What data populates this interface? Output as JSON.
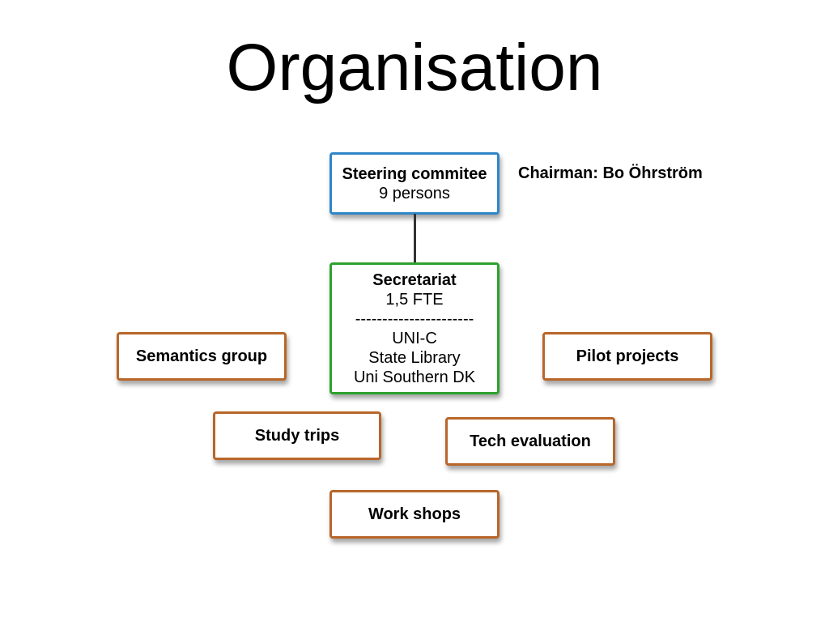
{
  "slide": {
    "title": "Organisation"
  },
  "colors": {
    "steering_border": "#2f86c8",
    "secretariat_border": "#2ea12e",
    "group_border": "#b8662a",
    "connector": "#333333"
  },
  "steering": {
    "name": "Steering commitee",
    "detail": "9 persons"
  },
  "chairman": "Chairman: Bo Öhrström",
  "secretariat": {
    "name": "Secretariat",
    "fte": "1,5 FTE",
    "separator": "----------------------",
    "members": [
      "UNI-C",
      "State Library",
      "Uni Southern DK"
    ]
  },
  "groups": {
    "semantics": "Semantics group",
    "pilot": "Pilot projects",
    "study": "Study trips",
    "tech": "Tech evaluation",
    "workshops": "Work shops"
  }
}
